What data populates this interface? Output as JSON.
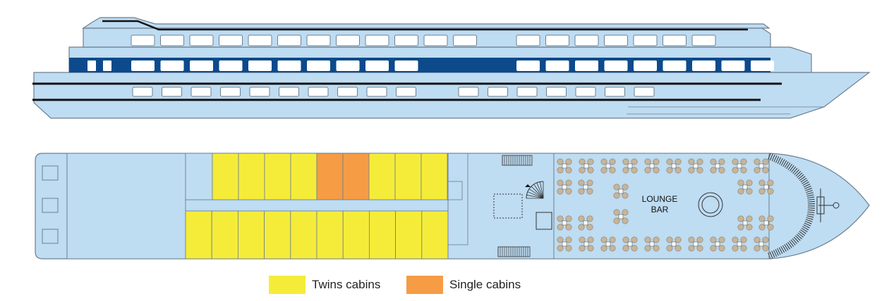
{
  "colors": {
    "hull": "#bedcf2",
    "outline": "#6d7f90",
    "window_band": "#0c4a8c",
    "stripe": "#111111",
    "twins": "#f5ec3a",
    "single": "#f59c45",
    "chair": "#c6b59a"
  },
  "deck_plan": {
    "lounge_label_line1": "LOUNGE",
    "lounge_label_line2": "BAR",
    "cabins_top": [
      "twin",
      "twin",
      "twin",
      "twin",
      "single",
      "single",
      "twin",
      "twin",
      "twin"
    ],
    "cabins_bottom": [
      "twin",
      "twin",
      "twin",
      "twin",
      "twin",
      "twin",
      "twin",
      "twin",
      "twin",
      "twin"
    ]
  },
  "legend": [
    {
      "key": "twin",
      "label": "Twins cabins",
      "color": "#f5ec3a"
    },
    {
      "key": "single",
      "label": "Single cabins",
      "color": "#f59c45"
    }
  ]
}
